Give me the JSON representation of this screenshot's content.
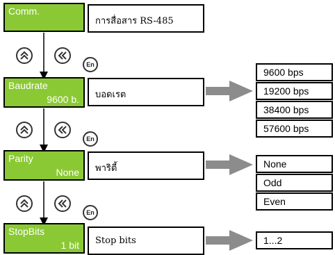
{
  "steps": [
    {
      "label": "Comm.",
      "value": "",
      "description": "การสื่อสาร RS-485"
    },
    {
      "label": "Baudrate",
      "value": "9600 b.",
      "description": "บอดเรต"
    },
    {
      "label": "Parity",
      "value": "None",
      "description": "พาริตี้"
    },
    {
      "label": "StopBits",
      "value": "1 bit",
      "description": "Stop bits"
    }
  ],
  "baudrate_options": [
    "9600 bps",
    "19200 bps",
    "38400 bps",
    "57600 bps"
  ],
  "parity_options": [
    "None",
    "Odd",
    "Even"
  ],
  "stopbits_options": [
    "1...2"
  ],
  "button_text": "En",
  "colors": {
    "lcd": "#8bc934",
    "arrow": "#8c8c8c"
  }
}
